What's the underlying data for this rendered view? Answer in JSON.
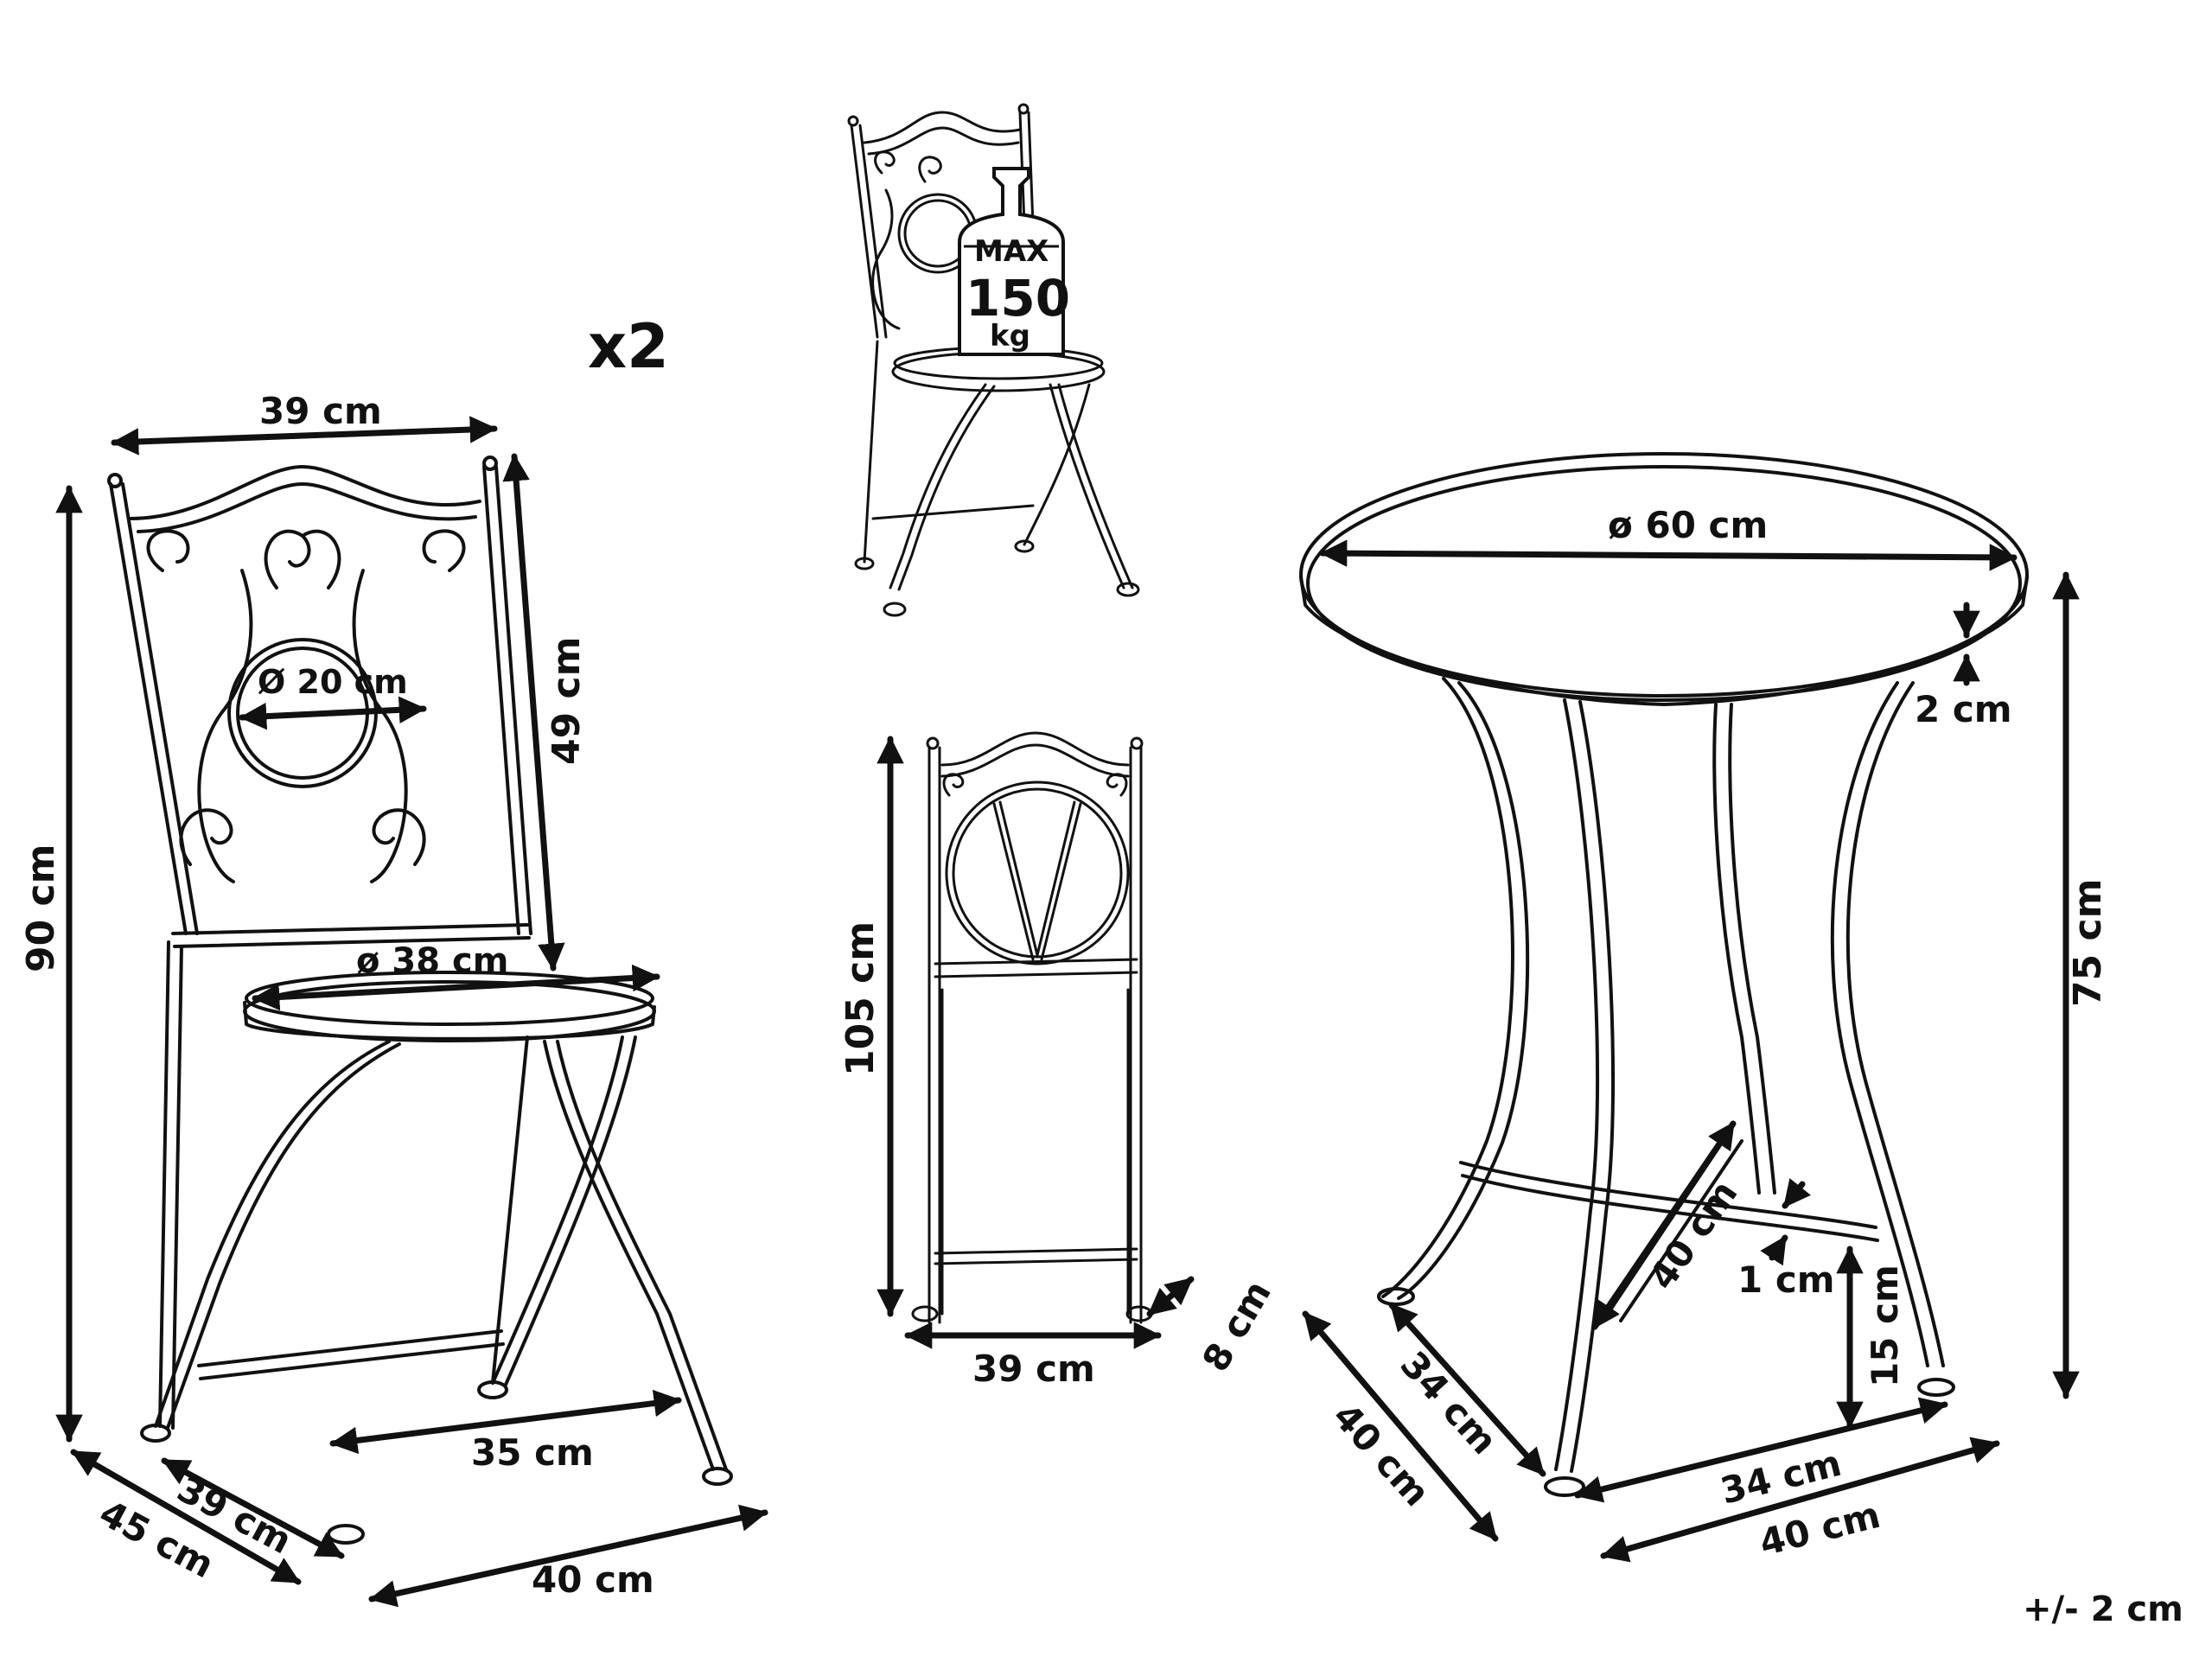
{
  "quantity": "x2",
  "max_load": {
    "line1": "MAX",
    "line2": "150",
    "line3": "kg"
  },
  "tolerance": "+/- 2 cm",
  "chair": {
    "width_top": "39 cm",
    "height_total": "90 cm",
    "backrest_height": "49 cm",
    "medallion_diameter": "Ø 20 cm",
    "seat_diameter": "ø 38 cm",
    "inner_width": "35 cm",
    "depth_inner": "39 cm",
    "depth_outer": "45 cm",
    "width_base": "40 cm"
  },
  "folded_chair": {
    "height": "105 cm",
    "width": "39 cm",
    "depth": "8 cm"
  },
  "table": {
    "top_diameter": "ø 60 cm",
    "top_thickness": "2 cm",
    "height": "75 cm",
    "brace_length": "40 cm",
    "brace_thickness": "1 cm",
    "brace_height": "15 cm",
    "depth_inner": "34 cm",
    "depth_outer": "40 cm",
    "width_inner": "34 cm",
    "width_outer": "40 cm"
  }
}
